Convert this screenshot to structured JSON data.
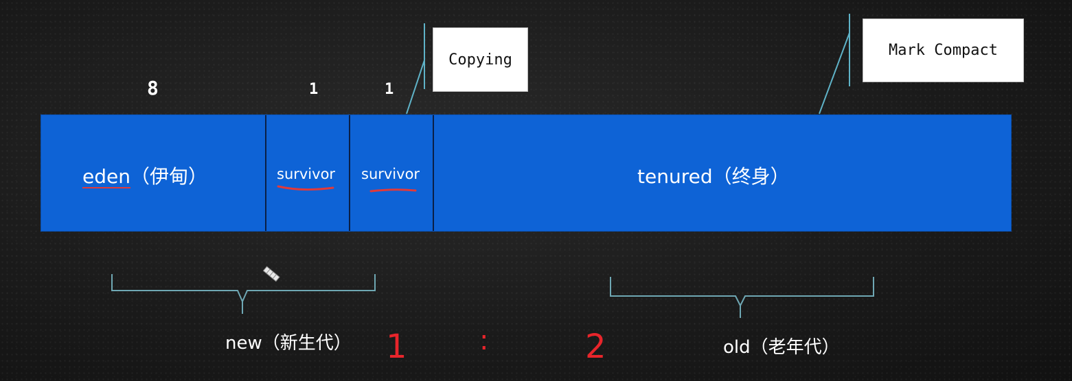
{
  "ratios": {
    "eden": "8",
    "survivor_from": "1",
    "survivor_to": "1"
  },
  "regions": {
    "eden_word": "eden",
    "eden_cn": "（伊甸）",
    "survivor_1": "survivor",
    "survivor_2": "survivor",
    "tenured": "tenured（终身）"
  },
  "callouts": {
    "copying": "Copying",
    "mark_compact": "Mark Compact"
  },
  "generations": {
    "new": "new（新生代）",
    "old": "old（老年代）"
  },
  "generation_ratio": {
    "left": "1",
    "separator": ":",
    "right": "2"
  },
  "colors": {
    "heap_blue": "#0e63d6",
    "pointer_line": "#5fb3c8",
    "annotation_red": "#e8252b",
    "bracket": "#6fa8b4"
  }
}
